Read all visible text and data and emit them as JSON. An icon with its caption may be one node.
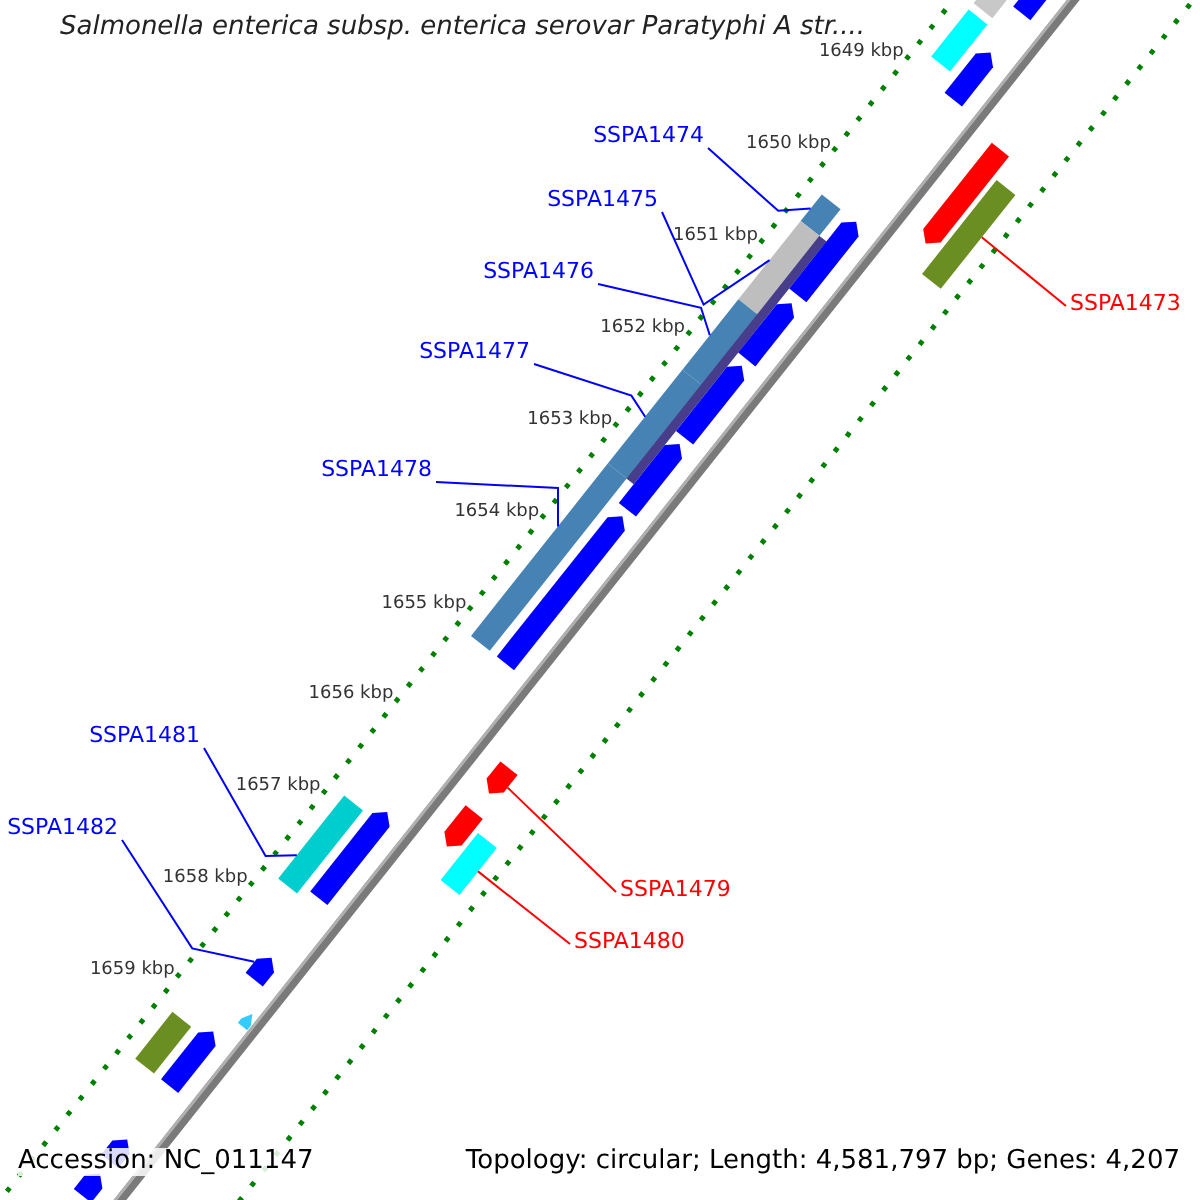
{
  "diagram": {
    "title": "Salmonella enterica subsp. enterica serovar Paratyphi A str....",
    "nodes": [
      {
        "text": [
          "SSPA1474"
        ]
      },
      {
        "text": [
          "SSPA1475"
        ]
      },
      {
        "text": [
          "SSPA1476"
        ]
      },
      {
        "text": [
          "SSPA1473"
        ]
      },
      {
        "text": [
          "SSPA1477"
        ]
      },
      {
        "text": [
          "SSPA1478"
        ]
      },
      {
        "text": [
          "SSPA1481"
        ]
      },
      {
        "text": [
          "SSPA1482"
        ]
      },
      {
        "text": [
          "SSPA1479"
        ]
      },
      {
        "text": [
          "SSPA1480"
        ]
      },
      {
        "text": [],
        "shape": "bar"
      },
      {
        "text": [],
        "shape": "arrow"
      },
      {
        "text": [],
        "shape": "bar"
      },
      {
        "text": [],
        "shape": "arrow"
      },
      {
        "text": [],
        "shape": "arrow"
      },
      {
        "text": [],
        "shape": "bar"
      },
      {
        "text": [],
        "shape": "bar"
      },
      {
        "text": [],
        "shape": "bar"
      },
      {
        "text": [],
        "shape": "arrow"
      },
      {
        "text": [],
        "shape": "bar"
      },
      {
        "text": [],
        "shape": "arrow"
      },
      {
        "text": [],
        "shape": "bar"
      },
      {
        "text": [],
        "shape": "arrow"
      },
      {
        "text": [],
        "shape": "bar"
      },
      {
        "text": [],
        "shape": "arrow"
      },
      {
        "text": [],
        "shape": "bar"
      },
      {
        "text": [],
        "shape": "arrow"
      },
      {
        "text": [],
        "shape": "arrow"
      },
      {
        "text": [],
        "shape": "bar"
      },
      {
        "text": [],
        "shape": "arrow"
      },
      {
        "text": [],
        "shape": "arrow"
      },
      {
        "text": [],
        "shape": "bar"
      },
      {
        "text": [],
        "shape": "arrow"
      },
      {
        "text": [],
        "shape": "arrow"
      },
      {
        "text": [],
        "shape": "bar"
      },
      {
        "text": [],
        "shape": "arrow"
      },
      {
        "text": [],
        "shape": "arrow"
      },
      {
        "text": [],
        "shape": "arrow"
      }
    ],
    "edges": [
      {
        "from": 0,
        "to": 16,
        "arrow": "none"
      },
      {
        "from": 1,
        "to": 19,
        "arrow": "none"
      },
      {
        "from": 2,
        "to": 21,
        "arrow": "none"
      },
      {
        "from": 3,
        "to": 15,
        "arrow": "none",
        "color": "#ff0000"
      },
      {
        "from": 4,
        "to": 23,
        "arrow": "none"
      },
      {
        "from": 5,
        "to": 25,
        "arrow": "none"
      },
      {
        "from": 6,
        "to": 28,
        "arrow": "none"
      },
      {
        "from": 7,
        "to": 32,
        "arrow": "none"
      },
      {
        "from": 8,
        "to": 27,
        "arrow": "none",
        "color": "#ff0000"
      },
      {
        "from": 9,
        "to": 31,
        "arrow": "none",
        "color": "#ff0000"
      }
    ],
    "labels": [
      "1649 kbp",
      "1650 kbp",
      "1651 kbp",
      "1652 kbp",
      "1653 kbp",
      "1654 kbp",
      "1655 kbp",
      "1656 kbp",
      "1657 kbp",
      "1658 kbp",
      "1659 kbp",
      "Accession: NC_011147",
      "Topology: circular; Length: 4,581,797 bp; Genes: 4,207"
    ]
  }
}
